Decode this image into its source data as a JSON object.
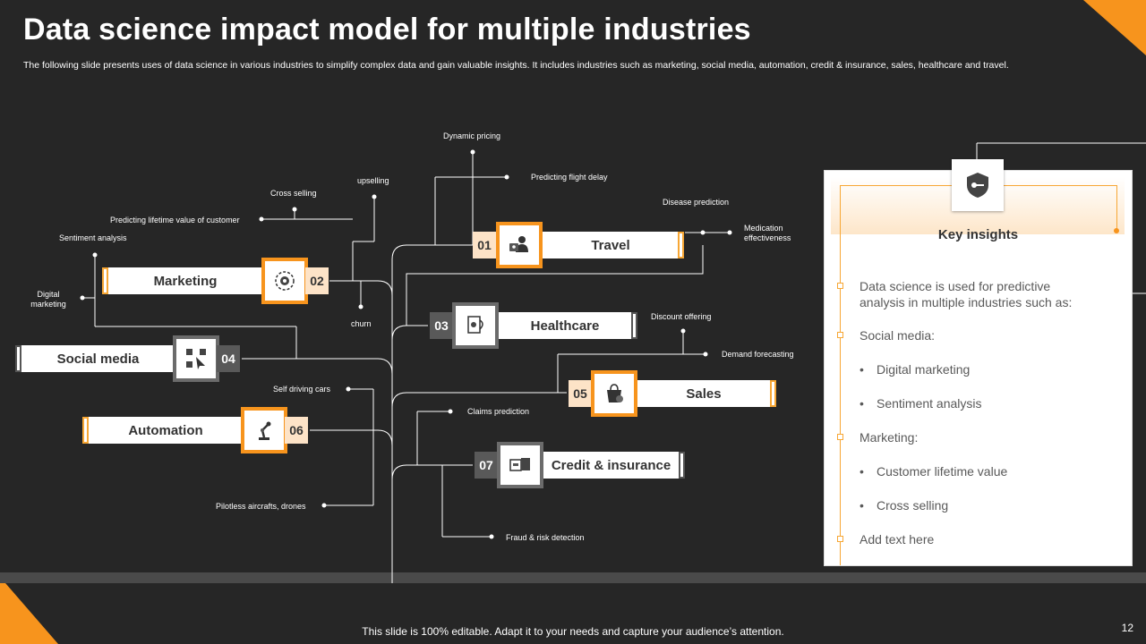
{
  "slide": {
    "title": "Data science impact model for multiple industries",
    "subtitle": "The following slide presents uses of data science in various industries to simplify complex data and gain valuable insights. It includes industries such as marketing, social media, automation, credit & insurance, sales, healthcare and travel.",
    "footer": "This slide is 100% editable. Adapt it to your needs and capture your audience’s attention.",
    "page_number": "12"
  },
  "colors": {
    "background": "#262626",
    "accent": "#f7941d",
    "light_accent": "#fde3c7",
    "dark_grey": "#595959"
  },
  "industries": {
    "travel": {
      "num": "01",
      "label": "Travel",
      "icon": "team-id-icon"
    },
    "marketing": {
      "num": "02",
      "label": "Marketing",
      "icon": "target-gear-icon"
    },
    "healthcare": {
      "num": "03",
      "label": "Healthcare",
      "icon": "medical-document-icon"
    },
    "social_media": {
      "num": "04",
      "label": "Social media",
      "icon": "social-network-icon"
    },
    "sales": {
      "num": "05",
      "label": "Sales",
      "icon": "shopping-bag-icon"
    },
    "automation": {
      "num": "06",
      "label": "Automation",
      "icon": "robot-arm-icon"
    },
    "credit": {
      "num": "07",
      "label": "Credit & insurance",
      "icon": "cards-icon"
    }
  },
  "branches": {
    "dynamic_pricing": "Dynamic pricing",
    "predicting_flight_delay": "Predicting flight delay",
    "upselling": "upselling",
    "cross_selling": "Cross selling",
    "lifetime_value": "Predicting lifetime value of customer",
    "sentiment_analysis": "Sentiment analysis",
    "digital_marketing": "Digital marketing",
    "churn": "churn",
    "disease_prediction": "Disease prediction",
    "medication_effectiveness": "Medication effectiveness",
    "discount_offering": "Discount offering",
    "demand_forecasting": "Demand forecasting",
    "self_driving_cars": "Self driving cars",
    "claims_prediction": "Claims prediction",
    "pilotless_aircrafts": "Pilotless aircrafts, drones",
    "fraud_detection": "Fraud & risk detection"
  },
  "insights": {
    "title": "Key insights",
    "icon": "shield-key-icon",
    "items": [
      {
        "type": "square",
        "text": "Data science is used for predictive analysis in multiple industries such as:"
      },
      {
        "type": "square",
        "text": "Social media:"
      },
      {
        "type": "bullet",
        "text": "Digital marketing"
      },
      {
        "type": "bullet",
        "text": "Sentiment analysis"
      },
      {
        "type": "square",
        "text": "Marketing:"
      },
      {
        "type": "bullet",
        "text": "Customer lifetime value"
      },
      {
        "type": "bullet",
        "text": "Cross selling"
      },
      {
        "type": "square",
        "text": "Add text here"
      }
    ]
  }
}
